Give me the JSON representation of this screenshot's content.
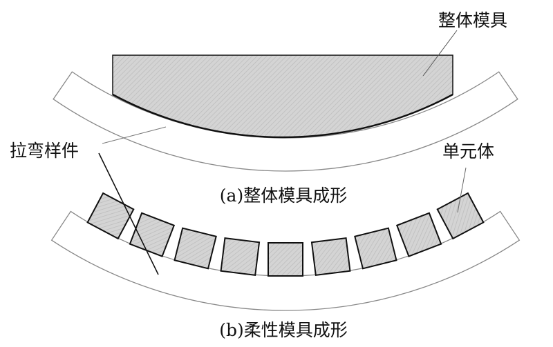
{
  "labels": {
    "die": "整体模具",
    "workpiece": "拉弯样件",
    "unit": "单元体"
  },
  "captions": {
    "a": "(a)整体模具成形",
    "b": "(b)柔性模具成形"
  },
  "unit_count": 9,
  "colors": {
    "fill": "#d4d4d4",
    "hatch": "#b8b8b8",
    "outline": "#111111",
    "band": "#888888"
  }
}
